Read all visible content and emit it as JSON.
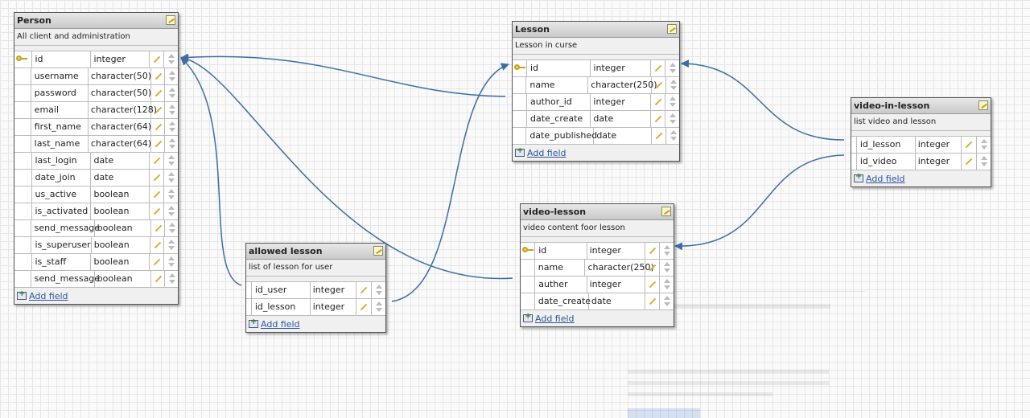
{
  "tables": [
    {
      "id": "person",
      "title": "Person",
      "description": "All client and administration",
      "add_field_label": "Add field",
      "fields": [
        {
          "name": "id",
          "type": "integer",
          "primary_key": true
        },
        {
          "name": "username",
          "type": "character(50)"
        },
        {
          "name": "password",
          "type": "character(50)"
        },
        {
          "name": "email",
          "type": "character(128)"
        },
        {
          "name": "first_name",
          "type": "character(64)"
        },
        {
          "name": "last_name",
          "type": "character(64)"
        },
        {
          "name": "last_login",
          "type": "date"
        },
        {
          "name": "date_join",
          "type": "date"
        },
        {
          "name": "us_active",
          "type": "boolean"
        },
        {
          "name": "is_activated",
          "type": "boolean"
        },
        {
          "name": "send_message",
          "type": "boolean"
        },
        {
          "name": "is_superuser",
          "type": "boolean"
        },
        {
          "name": "is_staff",
          "type": "boolean"
        },
        {
          "name": "send_message",
          "type": "boolean"
        }
      ]
    },
    {
      "id": "lesson",
      "title": "Lesson",
      "description": "Lesson in curse",
      "add_field_label": "Add field",
      "fields": [
        {
          "name": "id",
          "type": "integer",
          "primary_key": true
        },
        {
          "name": "name",
          "type": "character(250)"
        },
        {
          "name": "author_id",
          "type": "integer"
        },
        {
          "name": "date_create",
          "type": "date"
        },
        {
          "name": "date_published",
          "type": "date"
        }
      ]
    },
    {
      "id": "video-in-lesson",
      "title": "video-in-lesson",
      "description": "list video and lesson",
      "add_field_label": "Add field",
      "fields": [
        {
          "name": "id_lesson",
          "type": "integer"
        },
        {
          "name": "id_video",
          "type": "integer"
        }
      ]
    },
    {
      "id": "allowed-lesson",
      "title": "allowed lesson",
      "description": "list of lesson for user",
      "add_field_label": "Add field",
      "fields": [
        {
          "name": "id_user",
          "type": "integer"
        },
        {
          "name": "id_lesson",
          "type": "integer"
        }
      ]
    },
    {
      "id": "video-lesson",
      "title": "video-lesson",
      "description": "video content foor lesson",
      "add_field_label": "Add field",
      "fields": [
        {
          "name": "id",
          "type": "integer",
          "primary_key": true
        },
        {
          "name": "name",
          "type": "character(250)"
        },
        {
          "name": "auther",
          "type": "integer"
        },
        {
          "name": "date_create",
          "type": "date"
        }
      ]
    }
  ],
  "relations": [
    {
      "from": "lesson.author_id",
      "to": "person.id"
    },
    {
      "from": "allowed-lesson.id_user",
      "to": "person.id"
    },
    {
      "from": "video-lesson.auther",
      "to": "person.id"
    },
    {
      "from": "allowed-lesson.id_lesson",
      "to": "lesson.id"
    },
    {
      "from": "video-in-lesson.id_lesson",
      "to": "lesson.id"
    },
    {
      "from": "video-in-lesson.id_video",
      "to": "video-lesson.id"
    }
  ],
  "colors": {
    "relation_line": "#3a6ea5",
    "header_bg": "#d4d4d4",
    "link": "#2a55a0"
  }
}
